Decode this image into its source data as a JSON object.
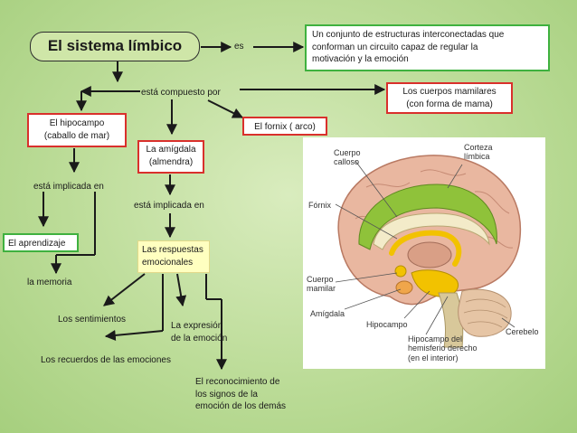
{
  "title": "El sistema límbico",
  "connectors": {
    "es": "es",
    "compuesto": "está compuesto por",
    "implicada_1": "está implicada en",
    "implicada_2": "está implicada en"
  },
  "definition": {
    "line1": "Un conjunto de estructuras interconectadas que",
    "line2": "conforman un circuito capaz de regular la",
    "line3": "motivación y la emoción"
  },
  "parts": {
    "hipocampo": {
      "line1": "El hipocampo",
      "line2": "(caballo de mar)"
    },
    "amigdala": {
      "line1": "La amígdala",
      "line2": "(almendra)"
    },
    "fornix": "El fornix ( arco)",
    "mamilares": {
      "line1": "Los cuerpos mamilares",
      "line2": "(con forma de mama)"
    }
  },
  "hipocampo_functions": {
    "aprendizaje": "El aprendizaje",
    "memoria": "la memoria"
  },
  "amigdala_functions": {
    "respuestas": {
      "line1": "Las respuestas",
      "line2": "emocionales"
    },
    "sentimientos": "Los sentimientos",
    "expresion": {
      "line1": "La expresión",
      "line2": "de la emoción"
    },
    "recuerdos": "Los recuerdos de las emociones",
    "reconocimiento": {
      "line1": "El reconocimiento de",
      "line2": "los signos de la",
      "line3": "emoción de los demás"
    }
  },
  "brain_labels": {
    "cuerpo_calloso": {
      "line1": "Cuerpo",
      "line2": "calloso"
    },
    "corteza_limbica": {
      "line1": "Corteza",
      "line2": "límbica"
    },
    "fornix": "Fórnix",
    "cuerpo_mamilar": {
      "line1": "Cuerpo",
      "line2": "mamilar"
    },
    "amigdala": "Amígdala",
    "hipocampo": "Hipocampo",
    "hipocampo_derecho": {
      "line1": "Hipocampo del",
      "line2": "hemisferio derecho",
      "line3": "(en el interior)"
    },
    "cerebelo": "Cerebelo"
  },
  "colors": {
    "green_border": "#3fb13f",
    "red_border": "#d9302c",
    "title_fill": "#cfe6a8",
    "yellow_fill": "#ffffc0",
    "title_border": "#2e2e2e",
    "arrow": "#1a1a1a"
  }
}
